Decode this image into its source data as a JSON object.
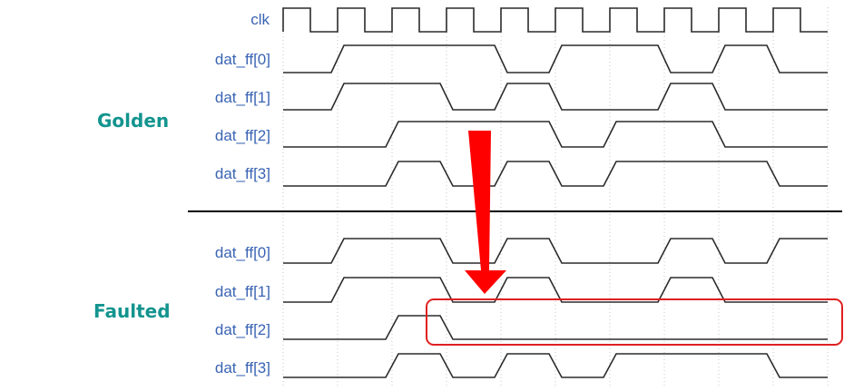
{
  "groups": [
    {
      "name": "Golden",
      "signals": [
        {
          "label": "clk",
          "kind": "clock",
          "half_periods": 20,
          "start": "low"
        },
        {
          "label": "dat_ff[0]",
          "kind": "data",
          "init": 0,
          "edges": [
            1,
            4,
            5,
            7,
            8,
            9
          ]
        },
        {
          "label": "dat_ff[1]",
          "kind": "data",
          "init": 0,
          "edges": [
            1,
            3,
            4,
            5,
            7,
            8
          ]
        },
        {
          "label": "dat_ff[2]",
          "kind": "data",
          "init": 0,
          "edges": [
            2,
            5,
            6,
            8
          ]
        },
        {
          "label": "dat_ff[3]",
          "kind": "data",
          "init": 0,
          "edges": [
            2,
            3,
            4,
            5,
            6,
            9
          ]
        }
      ]
    },
    {
      "name": "Faulted",
      "signals": [
        {
          "label": "dat_ff[0]",
          "kind": "data",
          "init": 0,
          "edges": [
            1,
            3,
            4,
            5,
            7,
            8,
            9
          ]
        },
        {
          "label": "dat_ff[1]",
          "kind": "data",
          "init": 0,
          "edges": [
            1,
            3,
            4,
            5,
            7,
            8
          ]
        },
        {
          "label": "dat_ff[2]",
          "kind": "data",
          "init": 0,
          "edges": [
            2,
            3
          ]
        },
        {
          "label": "dat_ff[3]",
          "kind": "data",
          "init": 0,
          "edges": [
            2,
            3,
            4,
            5,
            6,
            9
          ]
        }
      ]
    }
  ],
  "clock_cycles": 10,
  "colors": {
    "signal_label": "#3a64b4",
    "group_label": "#13948f",
    "waveform": "#2b2b2b",
    "arrow": "#ff0000",
    "highlight_box": "#e02020",
    "separator": "#000000",
    "grid": "#c4c4c4"
  },
  "annotations": {
    "arrow": "red-down-arrow",
    "highlight": "fault-highlight-box"
  }
}
